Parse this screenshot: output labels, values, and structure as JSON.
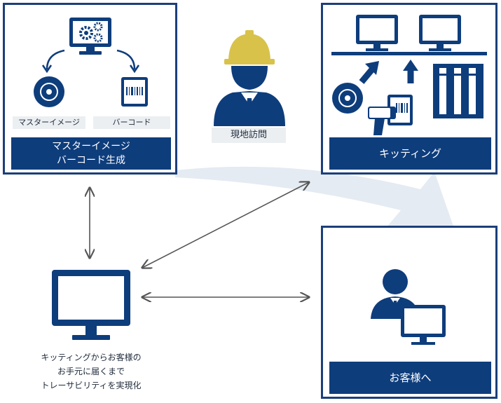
{
  "colors": {
    "navy": "#0e3d7c",
    "border": "#1b3f7a",
    "helmet": "#d8c24a",
    "flow_arrow": "#e4ebf2",
    "tag_bg": "#eceff2"
  },
  "top_left_box": {
    "master_image_tag": "マスターイメージ",
    "barcode_tag": "バーコード",
    "banner_line1": "マスターイメージ",
    "banner_line2": "バーコード生成"
  },
  "center": {
    "visit_label": "現地訪問"
  },
  "top_right_box": {
    "banner": "キッティング"
  },
  "bottom_right_box": {
    "banner": "お客様へ"
  },
  "bottom_left": {
    "caption_line1": "キッティングからお客様の",
    "caption_line2": "お手元に届くまで",
    "caption_line3": "トレーサビリティを実現化"
  },
  "icons": [
    "monitor-gear-icon",
    "disc-icon",
    "barcode-icon",
    "worker-icon",
    "monitor-icon",
    "server-icon",
    "barcode-scanner-icon",
    "customer-icon"
  ]
}
